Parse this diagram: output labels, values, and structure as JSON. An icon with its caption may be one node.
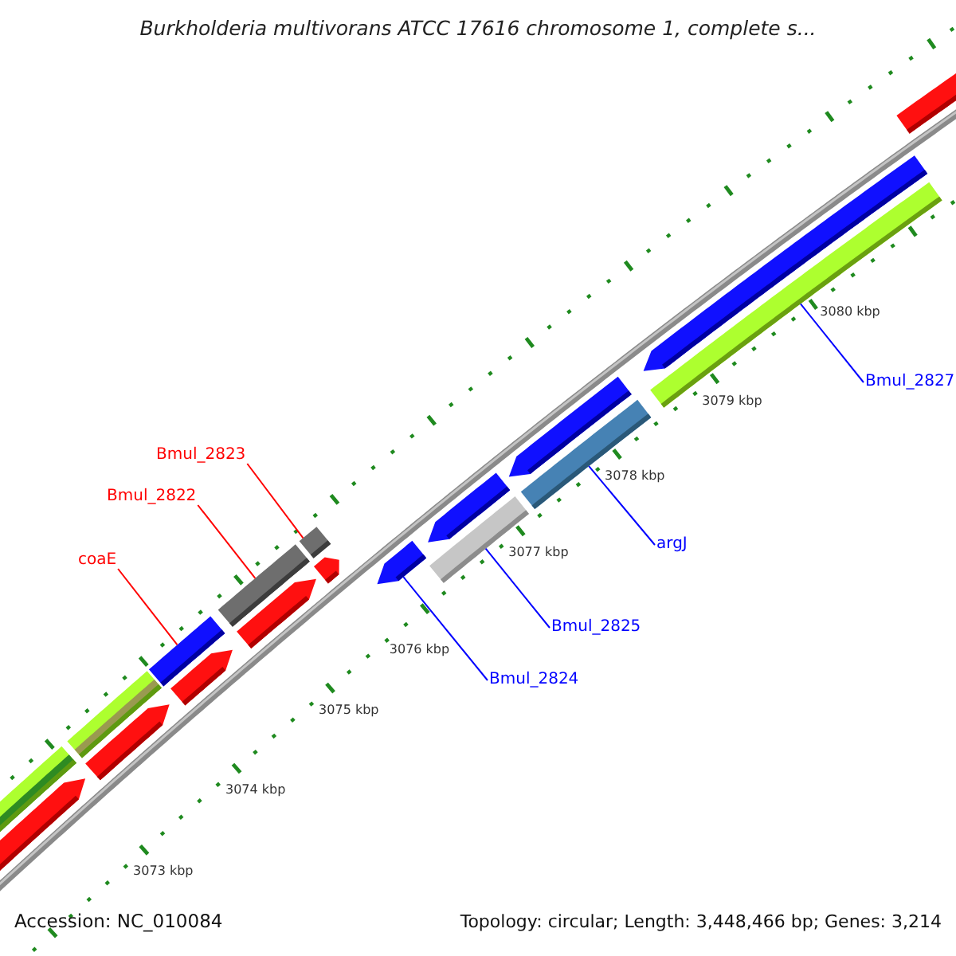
{
  "diagram": {
    "title": "Burkholderia multivorans ATCC 17616 chromosome 1, complete s...",
    "nodes": [
      {
        "text": [
          "Bmul_2827"
        ]
      },
      {
        "text": [
          "Bmul_2823"
        ]
      },
      {
        "text": [
          "Bmul_2822"
        ]
      },
      {
        "text": [
          "argJ"
        ]
      },
      {
        "text": [
          "coaE"
        ]
      },
      {
        "text": [
          "Bmul_2825"
        ]
      },
      {
        "text": [
          "Bmul_2824"
        ]
      },
      {
        "text": [],
        "shape": "pentagon"
      },
      {
        "text": [],
        "shape": "pentagon"
      },
      {
        "text": [],
        "shape": "pentagon"
      },
      {
        "text": [],
        "shape": "pentagon"
      },
      {
        "text": [],
        "shape": "pentagon"
      },
      {
        "text": [],
        "shape": "bar"
      },
      {
        "text": [],
        "shape": "bar"
      },
      {
        "text": [],
        "shape": "bar"
      },
      {
        "text": [],
        "shape": "bar"
      },
      {
        "text": [],
        "shape": "bar"
      },
      {
        "text": [],
        "shape": "pentagon"
      },
      {
        "text": [],
        "shape": "pentagon"
      },
      {
        "text": [],
        "shape": "pentagon"
      },
      {
        "text": [],
        "shape": "pentagon"
      },
      {
        "text": [],
        "shape": "bar"
      },
      {
        "text": [],
        "shape": "bar"
      },
      {
        "text": [],
        "shape": "bar"
      },
      {
        "text": [],
        "shape": "bar"
      }
    ],
    "edges": [
      {
        "from": 0,
        "to": 23,
        "arrow": "none"
      },
      {
        "from": 1,
        "to": 16,
        "arrow": "none",
        "color": "#ff0000"
      },
      {
        "from": 2,
        "to": 15,
        "arrow": "none",
        "color": "#ff0000"
      },
      {
        "from": 3,
        "to": 22,
        "arrow": "none"
      },
      {
        "from": 4,
        "to": 14,
        "arrow": "none",
        "color": "#ff0000"
      },
      {
        "from": 5,
        "to": 21,
        "arrow": "none"
      },
      {
        "from": 6,
        "to": 17,
        "arrow": "none"
      }
    ],
    "labels": [
      "3080 kbp",
      "3079 kbp",
      "3078 kbp",
      "3077 kbp",
      "3076 kbp",
      "3075 kbp",
      "3074 kbp",
      "3073 kbp",
      "Accession: NC_010084",
      "Topology: circular; Length: 3,448,466 bp; Genes: 3,214"
    ]
  }
}
